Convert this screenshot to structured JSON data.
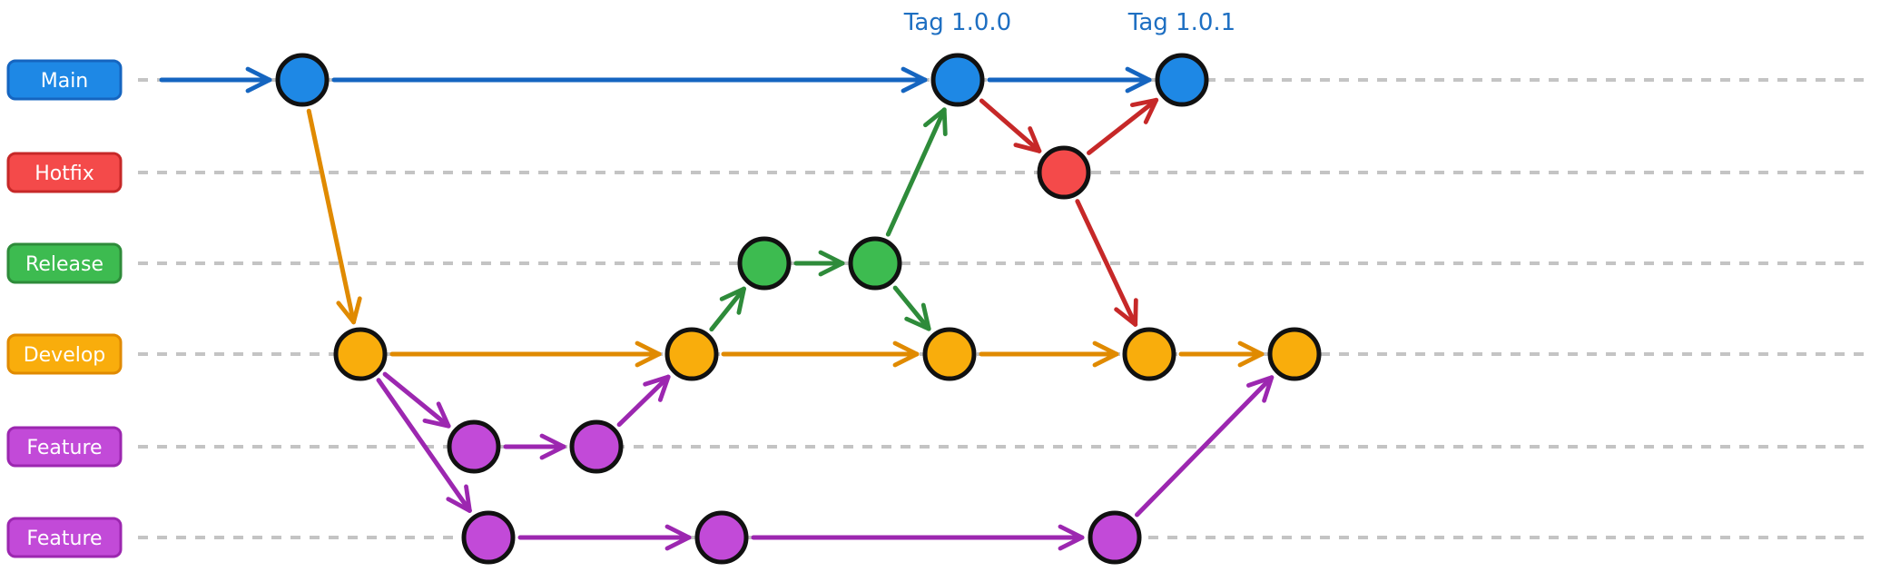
{
  "lanes": [
    {
      "id": "main",
      "label": "Main",
      "color": "#1e88e5",
      "stroke": "#1565c0"
    },
    {
      "id": "hotfix",
      "label": "Hotfix",
      "color": "#f44a4a",
      "stroke": "#c62828"
    },
    {
      "id": "release",
      "label": "Release",
      "color": "#3dbb50",
      "stroke": "#2e8b3a"
    },
    {
      "id": "develop",
      "label": "Develop",
      "color": "#f9ad0c",
      "stroke": "#e08a00"
    },
    {
      "id": "feature1",
      "label": "Feature",
      "color": "#c24ad8",
      "stroke": "#9c27b0"
    },
    {
      "id": "feature2",
      "label": "Feature",
      "color": "#c24ad8",
      "stroke": "#9c27b0"
    }
  ],
  "tags": [
    {
      "text": "Tag 1.0.0",
      "commit": "m2"
    },
    {
      "text": "Tag 1.0.1",
      "commit": "m3"
    }
  ],
  "commits": [
    {
      "id": "m1",
      "lane": "main"
    },
    {
      "id": "m2",
      "lane": "main"
    },
    {
      "id": "m3",
      "lane": "main"
    },
    {
      "id": "h1",
      "lane": "hotfix"
    },
    {
      "id": "r1",
      "lane": "release"
    },
    {
      "id": "r2",
      "lane": "release"
    },
    {
      "id": "d1",
      "lane": "develop"
    },
    {
      "id": "d2",
      "lane": "develop"
    },
    {
      "id": "d3",
      "lane": "develop"
    },
    {
      "id": "d4",
      "lane": "develop"
    },
    {
      "id": "d5",
      "lane": "develop"
    },
    {
      "id": "f1",
      "lane": "feature1"
    },
    {
      "id": "f2",
      "lane": "feature1"
    },
    {
      "id": "g1",
      "lane": "feature2"
    },
    {
      "id": "g2",
      "lane": "feature2"
    },
    {
      "id": "g3",
      "lane": "feature2"
    }
  ],
  "edges": [
    {
      "from": "start",
      "to": "m1",
      "lane": "main"
    },
    {
      "from": "m1",
      "to": "m2",
      "lane": "main"
    },
    {
      "from": "m2",
      "to": "m3",
      "lane": "main"
    },
    {
      "from": "m1",
      "to": "d1",
      "lane": "develop"
    },
    {
      "from": "m2",
      "to": "h1",
      "lane": "hotfix"
    },
    {
      "from": "h1",
      "to": "m3",
      "lane": "hotfix"
    },
    {
      "from": "h1",
      "to": "d4",
      "lane": "hotfix"
    },
    {
      "from": "d2",
      "to": "r1",
      "lane": "release"
    },
    {
      "from": "r1",
      "to": "r2",
      "lane": "release"
    },
    {
      "from": "r2",
      "to": "m2",
      "lane": "release"
    },
    {
      "from": "r2",
      "to": "d3",
      "lane": "release"
    },
    {
      "from": "d1",
      "to": "d2",
      "lane": "develop"
    },
    {
      "from": "d2",
      "to": "d3",
      "lane": "develop"
    },
    {
      "from": "d3",
      "to": "d4",
      "lane": "develop"
    },
    {
      "from": "d4",
      "to": "d5",
      "lane": "develop"
    },
    {
      "from": "d1",
      "to": "f1",
      "lane": "feature1"
    },
    {
      "from": "f1",
      "to": "f2",
      "lane": "feature1"
    },
    {
      "from": "f2",
      "to": "d2",
      "lane": "feature1"
    },
    {
      "from": "d1",
      "to": "g1",
      "lane": "feature2"
    },
    {
      "from": "g1",
      "to": "g2",
      "lane": "feature2"
    },
    {
      "from": "g2",
      "to": "g3",
      "lane": "feature2"
    },
    {
      "from": "g3",
      "to": "d5",
      "lane": "feature2"
    }
  ]
}
